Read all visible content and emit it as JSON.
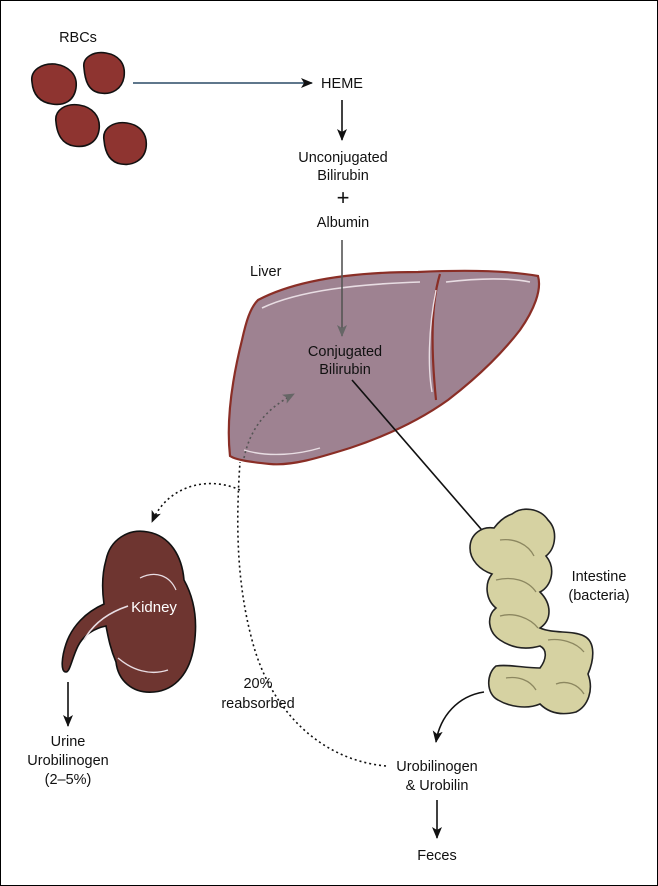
{
  "labels": {
    "rbcs": "RBCs",
    "heme": "HEME",
    "unconjugated_line1": "Unconjugated",
    "unconjugated_line2": "Bilirubin",
    "plus": "+",
    "albumin": "Albumin",
    "liver": "Liver",
    "conjugated_line1": "Conjugated",
    "conjugated_line2": "Bilirubin",
    "kidney": "Kidney",
    "intestine_line1": "Intestine",
    "intestine_line2": "(bacteria)",
    "reabsorbed_line1": "20%",
    "reabsorbed_line2": "reabsorbed",
    "urine_line1": "Urine",
    "urine_line2": "Urobilinogen",
    "urine_line3": "(2–5%)",
    "urobilinogen_line1": "Urobilinogen",
    "urobilinogen_line2": "& Urobilin",
    "feces": "Feces"
  },
  "colors": {
    "rbc_fill": "#8e3430",
    "liver_fill": "#9e8291",
    "liver_outline": "#8a2e26",
    "kidney_fill": "#6e3530",
    "intestine_fill": "#d6d2a2"
  }
}
